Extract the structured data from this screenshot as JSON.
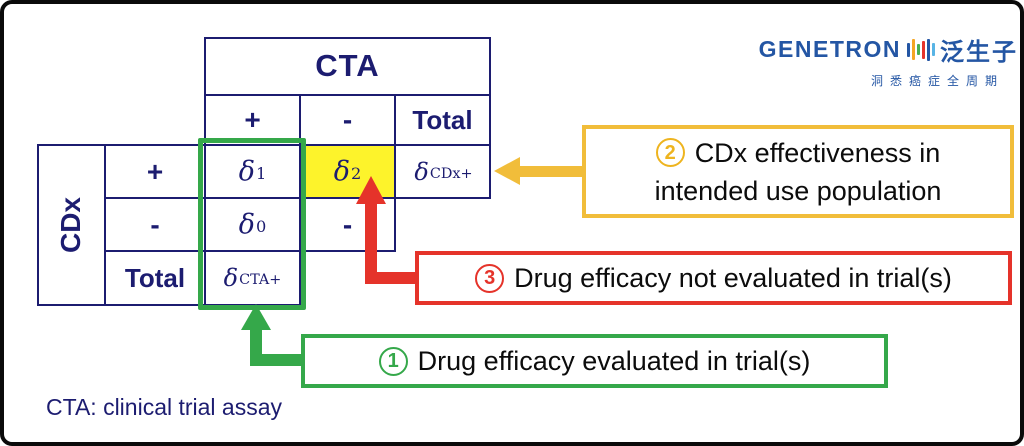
{
  "logo": {
    "brand": "GENETRON",
    "brand_cn": "泛生子",
    "tagline": "洞悉癌症全周期"
  },
  "table": {
    "cta_header": "CTA",
    "cdx_header": "CDx",
    "col_plus": "+",
    "col_minus": "-",
    "col_total": "Total",
    "row_plus": "+",
    "row_minus": "-",
    "row_total": "Total",
    "cells": {
      "delta1": {
        "base": "δ",
        "sub": "1"
      },
      "delta2": {
        "base": "δ",
        "sub": "2"
      },
      "delta_cdx": {
        "base": "δ",
        "sub": "CDx+"
      },
      "delta0": {
        "base": "δ",
        "sub": "0"
      },
      "empty_dash": "-",
      "delta_cta": {
        "base": "δ",
        "sub": "CTA+"
      }
    }
  },
  "annotations": {
    "two": {
      "num": "2",
      "line1": "CDx effectiveness in",
      "line2": "intended use population"
    },
    "three": {
      "num": "3",
      "text": "Drug efficacy not evaluated in trial(s)"
    },
    "one": {
      "num": "1",
      "text": "Drug efficacy evaluated in trial(s)"
    }
  },
  "footnote": "CTA: clinical trial assay",
  "colors": {
    "navy": "#1c1c70",
    "green": "#35a84a",
    "gold": "#f1bd3a",
    "red": "#e5332a",
    "highlight_yellow": "#fdf32b",
    "logo_blue": "#2456a4"
  }
}
